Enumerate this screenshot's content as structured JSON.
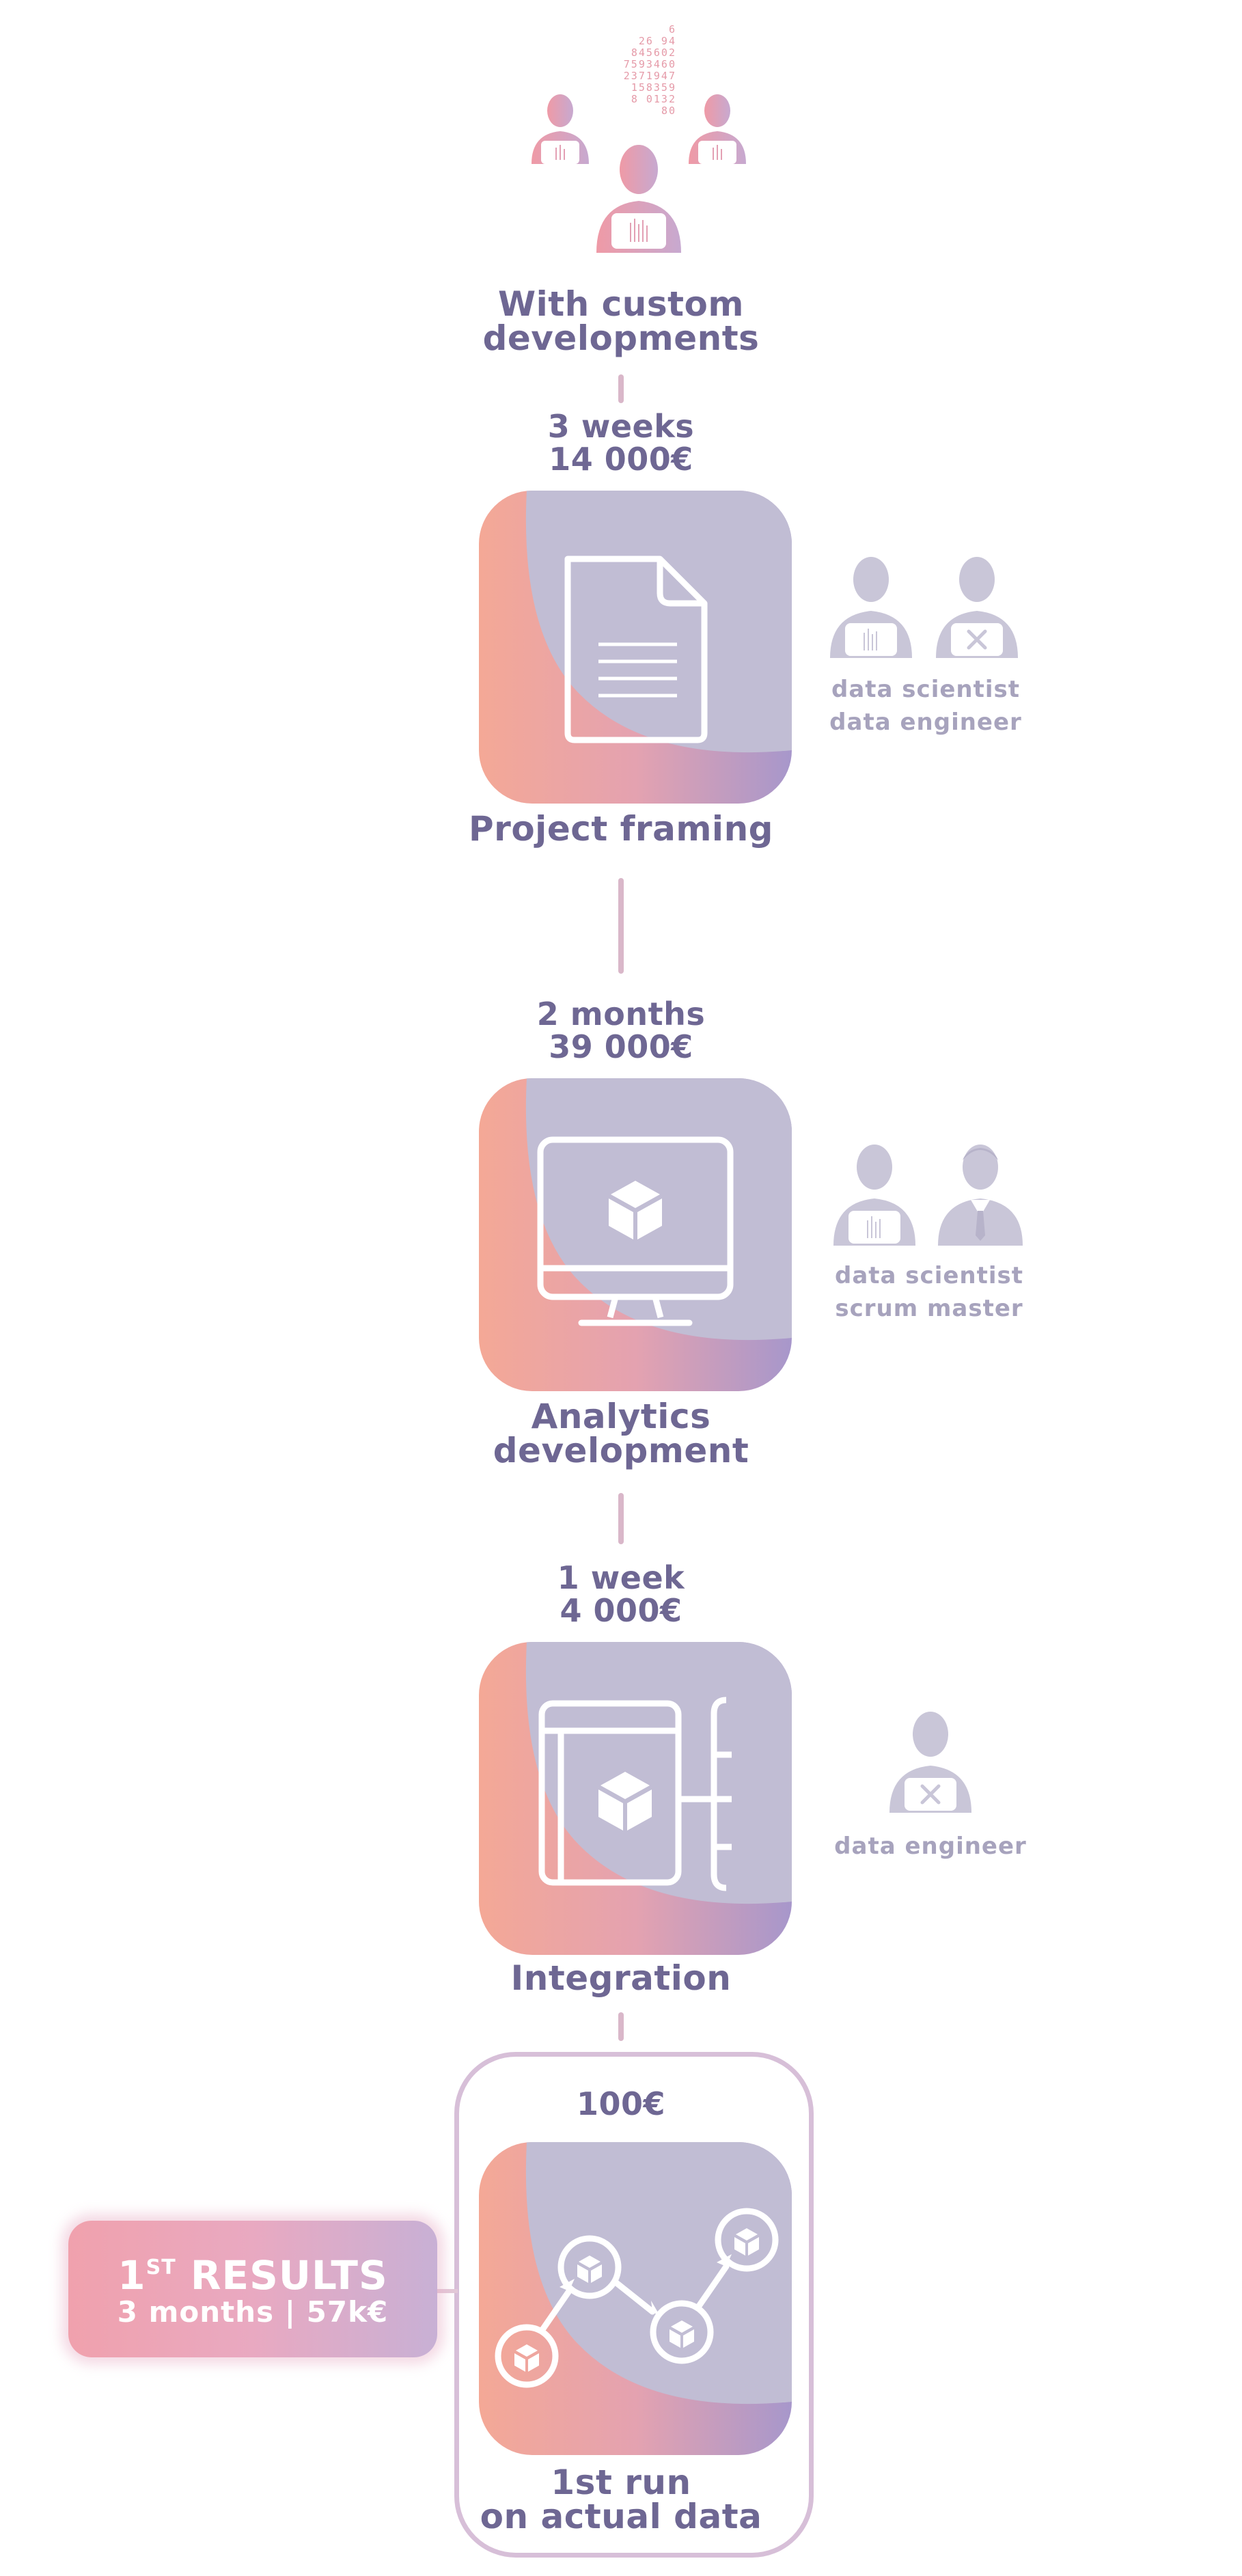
{
  "colors": {
    "text": "#6e6793",
    "muted": "#a7a3bd",
    "peach": "#f2a598",
    "lavender": "#c1bdd4",
    "purple": "#a596c8",
    "pink_line": "#d9b7c9"
  },
  "header": {
    "title_line1": "With custom",
    "title_line2": "developments",
    "digits": [
      "6",
      "26 94",
      "845602",
      "7593460",
      "2371947",
      "158359",
      "8 0132",
      "80"
    ]
  },
  "steps": [
    {
      "duration": "3 weeks",
      "cost": "14 000€",
      "label_line1": "Project framing",
      "label_line2": "",
      "icon": "document-icon",
      "roles": [
        "data scientist",
        "data engineer"
      ],
      "role_icons": [
        "data-scientist-icon",
        "data-engineer-icon"
      ]
    },
    {
      "duration": "2 months",
      "cost": "39 000€",
      "label_line1": "Analytics",
      "label_line2": "development",
      "icon": "monitor-icon",
      "roles": [
        "data scientist",
        "scrum master"
      ],
      "role_icons": [
        "data-scientist-icon",
        "scrum-master-icon"
      ]
    },
    {
      "duration": "1 week",
      "cost": "4 000€",
      "label_line1": "Integration",
      "label_line2": "",
      "icon": "integration-icon",
      "roles": [
        "data engineer"
      ],
      "role_icons": [
        "data-engineer-icon"
      ]
    }
  ],
  "run": {
    "cost": "100€",
    "label_line1": "1st run",
    "label_line2": "on actual data",
    "icon": "run-chart-icon"
  },
  "results": {
    "title_main": "1",
    "title_sup": "ST",
    "title_rest": " RESULTS",
    "subtitle": "3 months | 57k€"
  }
}
